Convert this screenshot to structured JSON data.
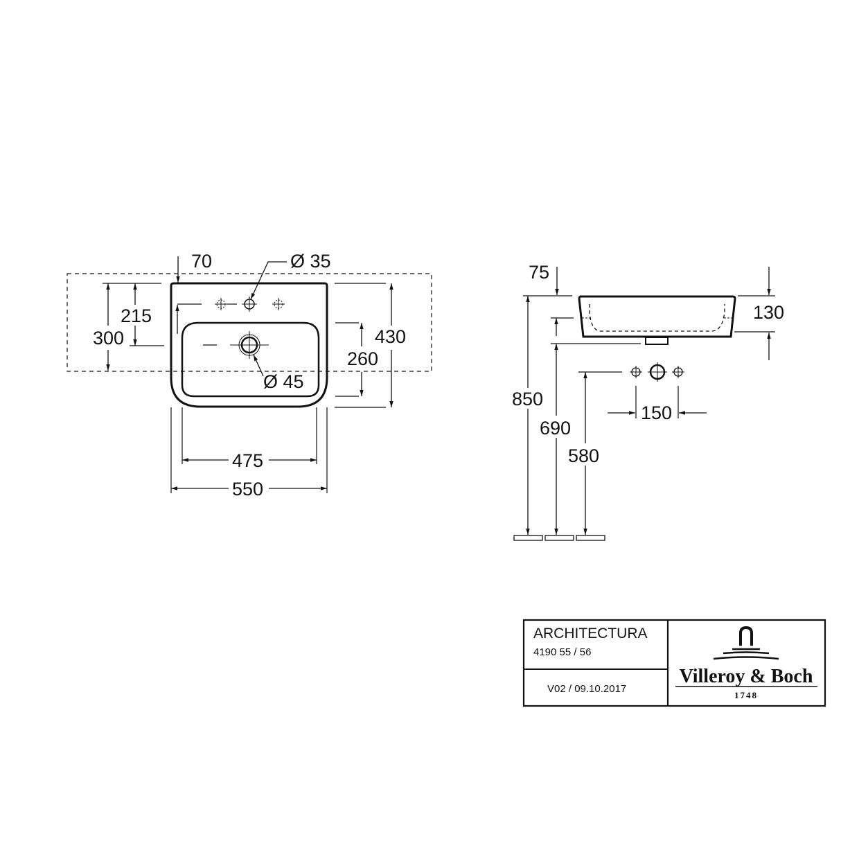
{
  "drawing": {
    "front_view": {
      "dimensions": {
        "top_offset": "70",
        "tap_hole": "Ø 35",
        "waste": "Ø 45",
        "tap_height_from_top": "215",
        "waste_height": "300",
        "basin_depth_inner": "260",
        "overall_depth": "430",
        "inner_width": "475",
        "overall_width": "550"
      }
    },
    "side_view": {
      "dimensions": {
        "top_offset": "75",
        "bowl_height": "130",
        "rim_height": "850",
        "underside_height": "690",
        "supply_height": "580",
        "supply_spacing": "150"
      }
    }
  },
  "title_block": {
    "product_name": "ARCHITECTURA",
    "article_numbers": "4190 55 / 56",
    "version_date": "V02 / 09.10.2017",
    "brand_name": "Villeroy & Boch",
    "brand_year": "1748"
  },
  "colors": {
    "line": "#111111",
    "background": "#ffffff"
  }
}
